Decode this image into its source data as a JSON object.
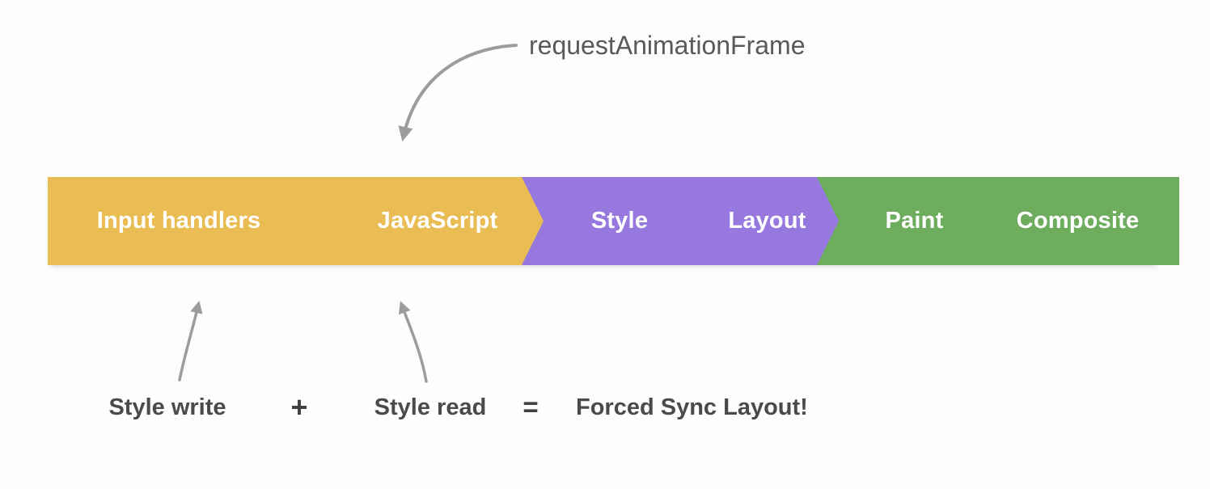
{
  "diagram": {
    "title_hint": "Browser rendering pipeline (pixel pipeline) with forced synchronous layout",
    "background_color": "#fdfdfd",
    "arrow_color": "#9c9c9c",
    "dark_text_color": "#4a4a4d",
    "raf_text_color": "#58595b",
    "segment_label_color": "#ffffff"
  },
  "pipeline": {
    "segments": [
      {
        "label": "Input handlers",
        "color": "#eabd54"
      },
      {
        "label": "JavaScript",
        "color": "#eabd54"
      },
      {
        "label": "Style",
        "color": "#9678de"
      },
      {
        "label": "Layout",
        "color": "#9678de"
      },
      {
        "label": "Paint",
        "color": "#6ead5e"
      },
      {
        "label": "Composite",
        "color": "#6ead5e"
      }
    ]
  },
  "annotations": {
    "raf_label": "requestAnimationFrame",
    "style_write_label": "Style write",
    "plus_sign": "+",
    "style_read_label": "Style read",
    "equals_sign": "=",
    "result_label": "Forced Sync Layout!"
  }
}
